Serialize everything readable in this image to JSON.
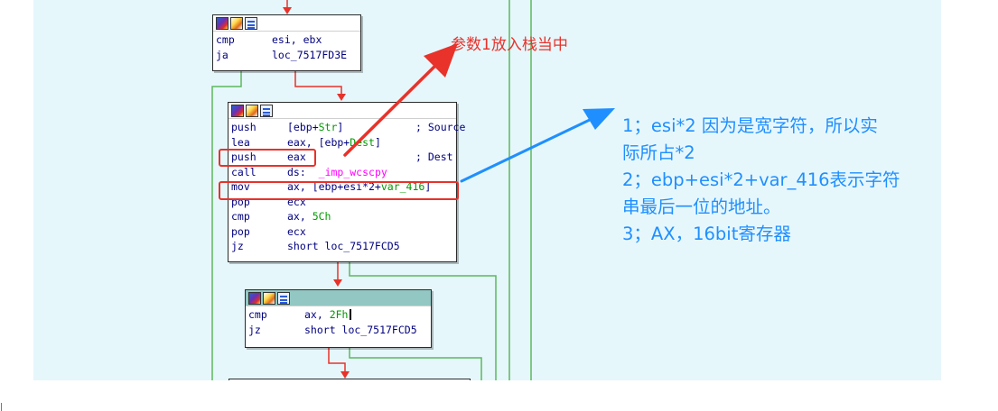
{
  "block1": {
    "lines": [
      {
        "mn": "cmp",
        "ops": "esi, ebx"
      },
      {
        "mn": "ja",
        "ops": "loc_7517FD3E"
      }
    ]
  },
  "block2": {
    "line1": {
      "mn": "push",
      "pre": "[ebp+",
      "var": "Str",
      "post": "]",
      "comment": "; Source"
    },
    "line2": {
      "mn": "lea",
      "pre": "eax, [ebp+",
      "var": "Dest",
      "post": "]"
    },
    "line3": {
      "mn": "push",
      "ops": "eax",
      "comment": "; Dest"
    },
    "line4": {
      "mn": "call",
      "pre": "ds:",
      "fn": "_imp_wcscpy"
    },
    "line5": {
      "mn": "mov",
      "pre": "ax, [ebp+esi*2+",
      "var": "var_416",
      "post": "]"
    },
    "line6": {
      "mn": "pop",
      "ops": "ecx"
    },
    "line7": {
      "mn": "cmp",
      "pre": "ax, ",
      "num": "5Ch"
    },
    "line8": {
      "mn": "pop",
      "ops": "ecx"
    },
    "line9": {
      "mn": "jz",
      "ops": "short loc_7517FCD5"
    }
  },
  "block3": {
    "line1": {
      "mn": "cmp",
      "pre": "ax, ",
      "num": "2Fh"
    },
    "line2": {
      "mn": "jz",
      "ops": "short loc_7517FCD5"
    }
  },
  "annotations": {
    "top": "参数1放入栈当中",
    "right": [
      "1；esi*2 因为是宽字符，所以实",
      "际所占*2",
      "2；ebp+esi*2+var_416表示字符",
      "串最后一位的地址。",
      "3；AX，16bit寄存器"
    ]
  },
  "colors": {
    "background": "#e6f7fc",
    "edge_red": "#e8322a",
    "edge_green": "#5cb85c",
    "annotation_red": "#e8322a",
    "annotation_blue": "#1f8fff",
    "active_header": "#92c7c3"
  },
  "icons": [
    "graph-overview-icon",
    "edit-icon",
    "list-view-icon"
  ]
}
